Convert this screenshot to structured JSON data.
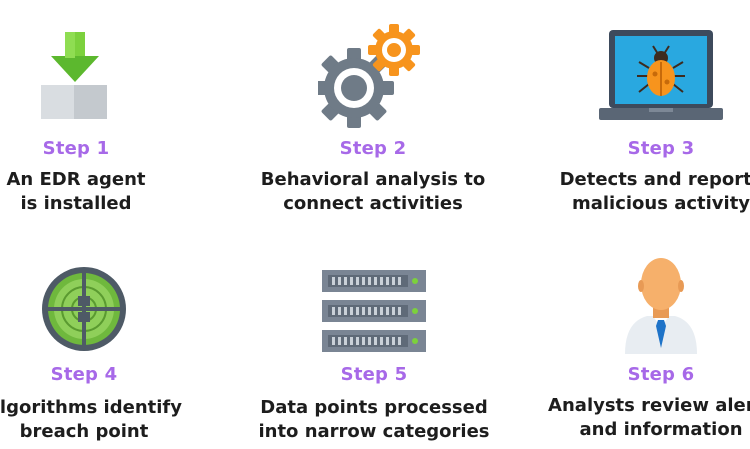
{
  "steps": [
    {
      "label": "Step 1",
      "line1": "An EDR agent",
      "line2": "is installed",
      "icon": "download-icon",
      "accent": "#6cc43b"
    },
    {
      "label": "Step 2",
      "line1": "Behavioral analysis to",
      "line2": "connect activities",
      "icon": "gears-icon",
      "accent": "#f7941d"
    },
    {
      "label": "Step 3",
      "line1": "Detects and reports",
      "line2": "malicious activity",
      "icon": "laptop-bug-icon",
      "accent": "#29a8e0"
    },
    {
      "label": "Step 4",
      "line1": "Algorithms identify",
      "line2": "breach point",
      "icon": "radar-icon",
      "accent": "#6fb83d"
    },
    {
      "label": "Step 5",
      "line1": "Data points processed",
      "line2": "into narrow categories",
      "icon": "server-rack-icon",
      "accent": "#7a8594"
    },
    {
      "label": "Step 6",
      "line1": "Analysts review alerts",
      "line2": "and information",
      "icon": "analyst-icon",
      "accent": "#f6b06b"
    }
  ],
  "colors": {
    "step_label": "#a769e8",
    "text": "#1d1d1d"
  }
}
